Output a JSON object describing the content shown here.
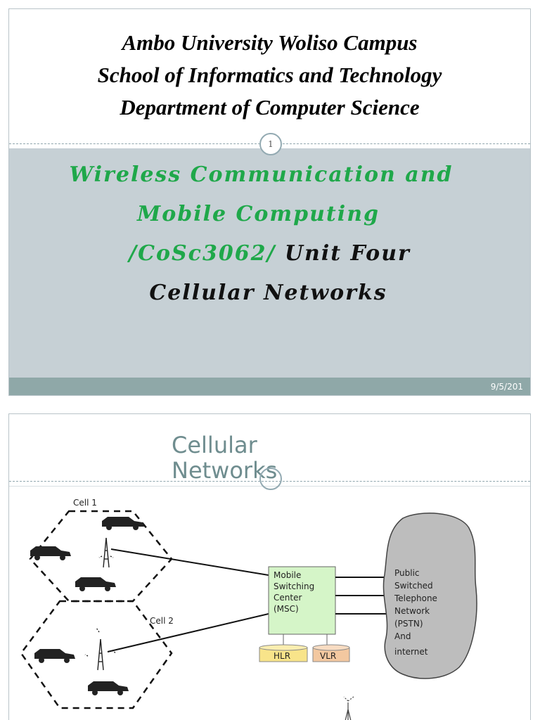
{
  "slide1": {
    "header": {
      "line1": "Ambo University Woliso Campus",
      "line2": "School of Informatics and Technology",
      "line3": "Department of Computer Science"
    },
    "slide_number": "1",
    "title": {
      "line1": "Wireless Communication  and",
      "line2": "Mobile   Computing",
      "line3_green": "/CoSc3062/",
      "line3_black": " Unit Four",
      "line4": "Cellular  Networks"
    },
    "date": "9/5/201"
  },
  "slide2": {
    "title_line1": "Cellular",
    "title_line2": "Networks",
    "diagram": {
      "cell1_label": "Cell 1",
      "cell2_label": "Cell 2",
      "msc_line1": "Mobile",
      "msc_line2": "Switching",
      "msc_line3": "Center",
      "msc_line4": "(MSC)",
      "hlr": "HLR",
      "vlr": "VLR",
      "pstn_line1": "Public",
      "pstn_line2": "Switched",
      "pstn_line3": "Telephone",
      "pstn_line4": "Network",
      "pstn_line5": "(PSTN)",
      "pstn_line6": "And",
      "pstn_line7": "internet"
    }
  },
  "colors": {
    "title_green": "#1fa84a",
    "body_panel": "#c6d0d5",
    "footer_bar": "#8fa8a8",
    "msc_box": "#d5f5c8",
    "hlr_fill": "#f8e48a",
    "vlr_fill": "#f3c8a0",
    "cloud_fill": "#bdbdbd"
  }
}
